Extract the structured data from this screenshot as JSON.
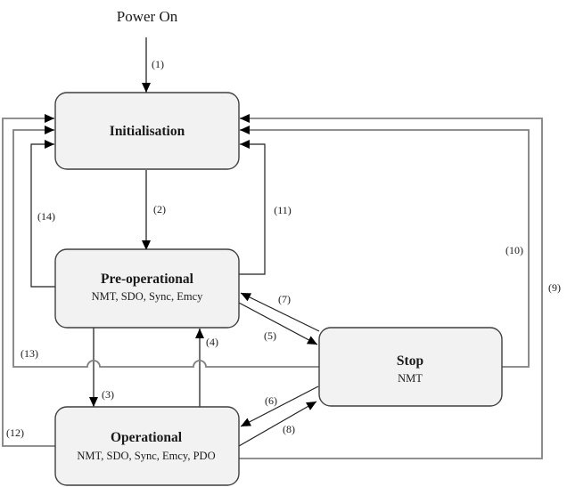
{
  "diagram": {
    "power_on_label": "Power On",
    "nodes": [
      {
        "id": "initialisation",
        "title": "Initialisation",
        "services": ""
      },
      {
        "id": "pre_operational",
        "title": "Pre-operational",
        "services": "NMT, SDO, Sync, Emcy"
      },
      {
        "id": "operational",
        "title": "Operational",
        "services": "NMT, SDO, Sync, Emcy, PDO"
      },
      {
        "id": "stop",
        "title": "Stop",
        "services": "NMT"
      }
    ],
    "transitions": [
      {
        "label": "(1)",
        "from": "power_on",
        "to": "initialisation"
      },
      {
        "label": "(2)",
        "from": "initialisation",
        "to": "pre_operational"
      },
      {
        "label": "(3)",
        "from": "pre_operational",
        "to": "operational"
      },
      {
        "label": "(4)",
        "from": "operational",
        "to": "pre_operational"
      },
      {
        "label": "(5)",
        "from": "pre_operational",
        "to": "stop"
      },
      {
        "label": "(6)",
        "from": "stop",
        "to": "operational"
      },
      {
        "label": "(7)",
        "from": "stop",
        "to": "pre_operational"
      },
      {
        "label": "(8)",
        "from": "operational",
        "to": "stop"
      },
      {
        "label": "(9)",
        "from": "operational",
        "to": "initialisation"
      },
      {
        "label": "(10)",
        "from": "stop",
        "to": "initialisation"
      },
      {
        "label": "(11)",
        "from": "pre_operational",
        "to": "initialisation"
      },
      {
        "label": "(12)",
        "from": "operational",
        "to": "initialisation"
      },
      {
        "label": "(13)",
        "from": "stop",
        "to": "initialisation"
      },
      {
        "label": "(14)",
        "from": "pre_operational",
        "to": "initialisation"
      }
    ],
    "colors": {
      "node_fill": "#f2f2f2",
      "node_border": "#3f3f3f",
      "arrowhead": "#000000",
      "line_dark": "#1f1f1f",
      "line_gray": "#808080"
    }
  }
}
